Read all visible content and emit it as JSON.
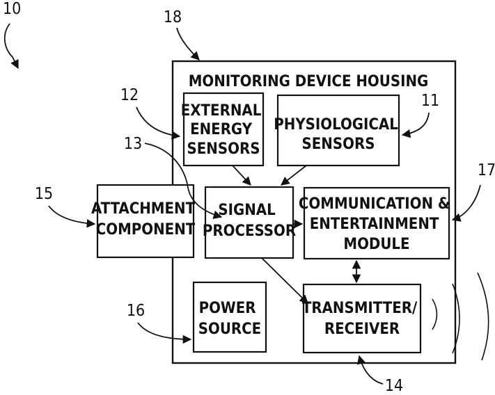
{
  "figure_ref": "10",
  "housing": {
    "ref": "18",
    "label": "MONITORING DEVICE HOUSING"
  },
  "blocks": {
    "external_energy_sensors": {
      "ref": "12",
      "lines": [
        "EXTERNAL",
        "ENERGY",
        "SENSORS"
      ]
    },
    "physiological_sensors": {
      "ref": "11",
      "lines": [
        "PHYSIOLOGICAL",
        "SENSORS"
      ]
    },
    "attachment_component": {
      "ref": "15",
      "lines": [
        "ATTACHMENT",
        "COMPONENT"
      ]
    },
    "signal_processor": {
      "ref": "13",
      "lines": [
        "SIGNAL",
        "PROCESSOR"
      ]
    },
    "communication_entertainment_module": {
      "ref": "17",
      "lines": [
        "COMMUNICATION &",
        "ENTERTAINMENT",
        "MODULE"
      ]
    },
    "power_source": {
      "ref": "16",
      "lines": [
        "POWER",
        "SOURCE"
      ]
    },
    "transmitter_receiver": {
      "ref": "14",
      "lines": [
        "TRANSMITTER/",
        "RECEIVER"
      ]
    }
  }
}
